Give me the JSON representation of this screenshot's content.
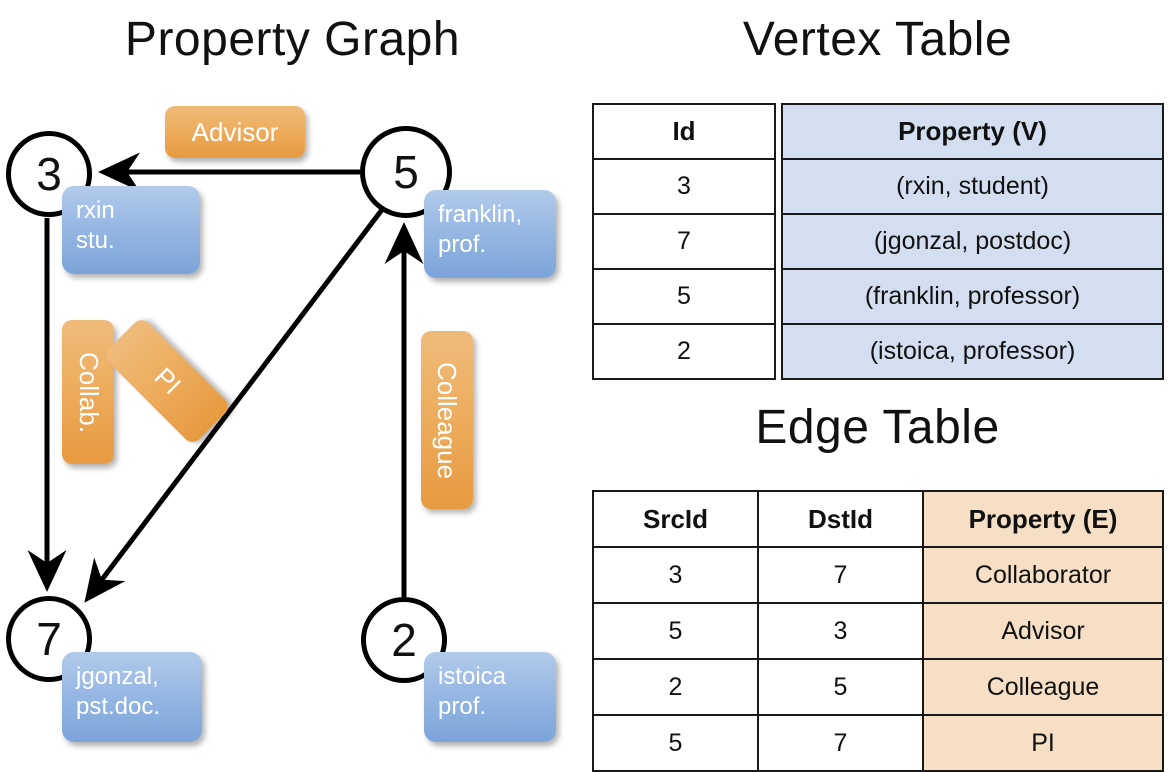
{
  "titles": {
    "property_graph": "Property Graph",
    "vertex_table": "Vertex Table",
    "edge_table": "Edge Table"
  },
  "graph": {
    "vertices": [
      {
        "id": "3",
        "property": "rxin\nstu."
      },
      {
        "id": "5",
        "property": "franklin,\nprof."
      },
      {
        "id": "7",
        "property": "jgonzal,\npst.doc."
      },
      {
        "id": "2",
        "property": "istoica\nprof."
      }
    ],
    "vertex_labels": {
      "v3": "3",
      "v5": "5",
      "v7": "7",
      "v2": "2"
    },
    "property_boxes": {
      "rxin_line1": "rxin",
      "rxin_line2": "stu.",
      "franklin_line1": "franklin,",
      "franklin_line2": "prof.",
      "jgonzal_line1": "jgonzal,",
      "jgonzal_line2": "pst.doc.",
      "istoica_line1": "istoica",
      "istoica_line2": "prof."
    },
    "edge_labels": {
      "advisor": "Advisor",
      "collab": "Collab.",
      "pi": "PI",
      "colleague": "Colleague"
    },
    "edges": [
      {
        "src": "5",
        "dst": "3",
        "label": "Advisor"
      },
      {
        "src": "3",
        "dst": "7",
        "label": "Collab."
      },
      {
        "src": "5",
        "dst": "7",
        "label": "PI"
      },
      {
        "src": "2",
        "dst": "5",
        "label": "Colleague"
      }
    ]
  },
  "vertex_table": {
    "columns": [
      "Id",
      "Property (V)"
    ],
    "rows": [
      {
        "id": "3",
        "property": "(rxin, student)"
      },
      {
        "id": "7",
        "property": "(jgonzal, postdoc)"
      },
      {
        "id": "5",
        "property": "(franklin, professor)"
      },
      {
        "id": "2",
        "property": "(istoica, professor)"
      }
    ]
  },
  "edge_table": {
    "columns": [
      "SrcId",
      "DstId",
      "Property (E)"
    ],
    "rows": [
      {
        "src": "3",
        "dst": "7",
        "property": "Collaborator"
      },
      {
        "src": "5",
        "dst": "3",
        "property": "Advisor"
      },
      {
        "src": "2",
        "dst": "5",
        "property": "Colleague"
      },
      {
        "src": "5",
        "dst": "7",
        "property": "PI"
      }
    ]
  },
  "colors": {
    "vertex_property_box": "#9dbce5",
    "edge_label_box": "#eeaf62",
    "vertex_table_fill": "#d3dff1",
    "edge_table_fill": "#f6dfc4",
    "stroke": "#000000"
  }
}
